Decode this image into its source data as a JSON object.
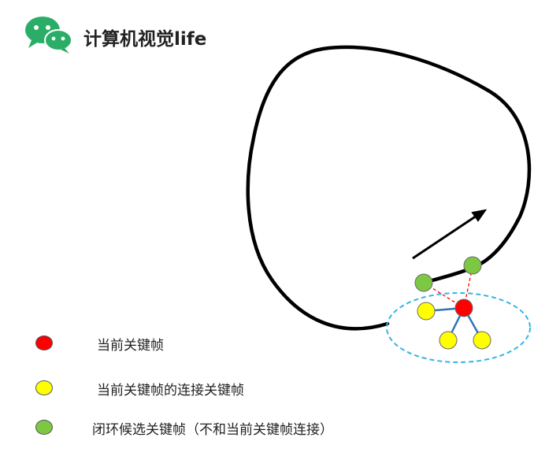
{
  "header": {
    "logo_icon": "wechat-icon",
    "brand_color": "#2aae67",
    "title": "计算机视觉life"
  },
  "diagram": {
    "trajectory_color": "#000000",
    "covisibility_edge_color": "#2e75b6",
    "loop_link_color": "#ff0000",
    "neighborhood_ellipse_color": "#33b5e5",
    "nodes": {
      "current_keyframe_color": "#ff0000",
      "connected_keyframe_color": "#ffff00",
      "loop_candidate_color": "#7dc843"
    }
  },
  "legend": [
    {
      "label": "当前关键帧",
      "color": "#ff0000"
    },
    {
      "label": "当前关键帧的连接关键帧",
      "color": "#ffff00"
    },
    {
      "label": "闭环候选关键帧（不和当前关键帧连接）",
      "color": "#7dc843"
    }
  ]
}
